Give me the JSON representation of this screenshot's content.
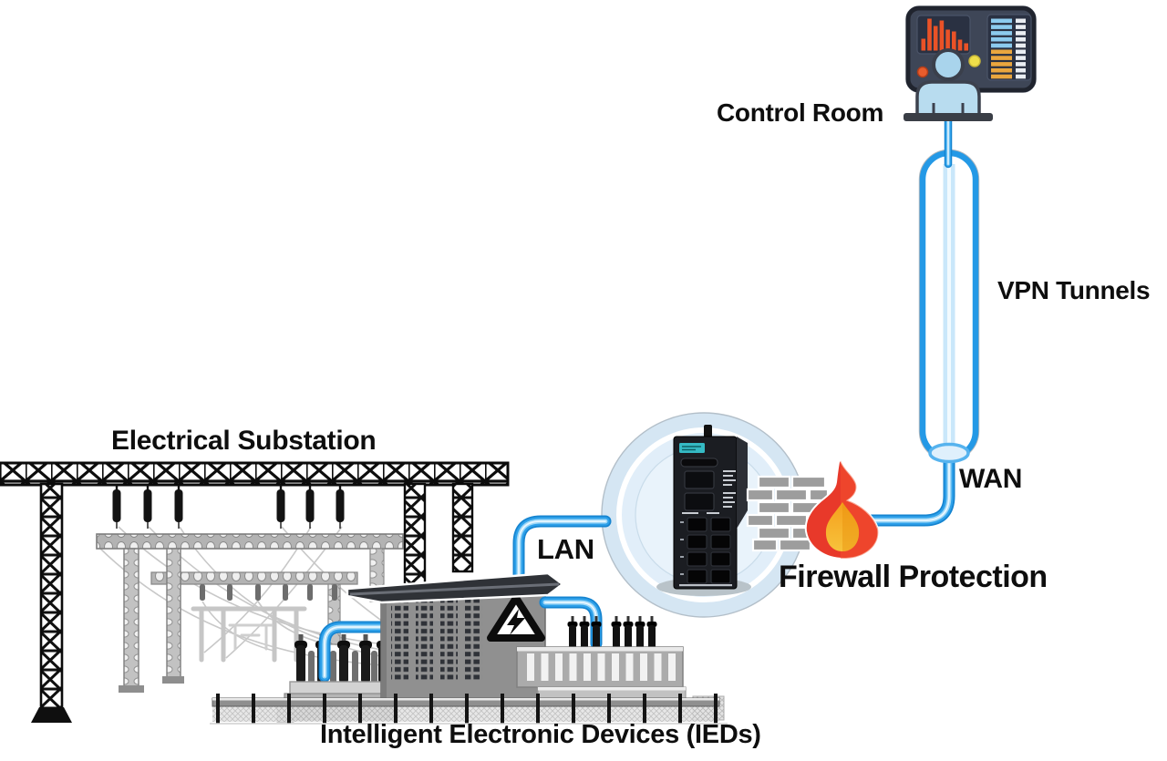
{
  "labels": {
    "electrical_substation": "Electrical Substation",
    "ieds": "Intelligent Electronic Devices (IEDs)",
    "lan": "LAN",
    "wan": "WAN",
    "vpn_tunnels": "VPN Tunnels",
    "control_room": "Control Room",
    "firewall_protection": "Firewall Protection"
  },
  "colors": {
    "cable_blue": "#2ea1ea",
    "cable_highlight": "#cfe9fb",
    "flame_red": "#e8392a",
    "flame_orange": "#f2a93b",
    "flame_yellow": "#fcd04a",
    "brick_gray": "#9d9d9d",
    "hub_circle": "#d5e6f3",
    "monitor_frame": "#3e4657",
    "chart_bar_red": "#ea5227",
    "list_bar_blue": "#8ccbee",
    "list_bar_orange": "#eaa63e",
    "person_blue": "#b8dcef",
    "device_black": "#1b1d22",
    "device_label_teal": "#35bac4",
    "label_text": "#0e0e0e"
  },
  "icons": [
    "dashboard-monitor-icon",
    "operator-person-icon",
    "vpn-tunnel-icon",
    "secure-router-icon",
    "brick-wall-icon",
    "flame-icon",
    "warning-triangle-icon",
    "transmission-gantry-icon",
    "substation-building-icon",
    "transformer-icon",
    "fence-icon"
  ]
}
